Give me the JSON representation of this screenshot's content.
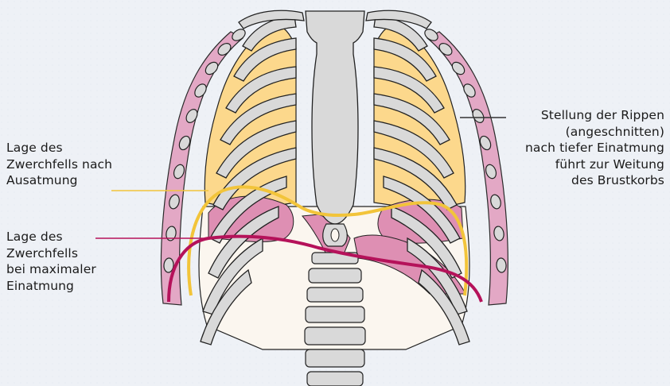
{
  "labels": {
    "exhale": {
      "lines": [
        "Lage des",
        "Zwerchfells nach",
        "Ausatmung"
      ],
      "line_color": "#f2c43a"
    },
    "inhale": {
      "lines": [
        "Lage des",
        "Zwerchfells",
        "bei maximaler",
        "Einatmung"
      ],
      "line_color": "#b5125a"
    },
    "ribs": {
      "lines": [
        "Stellung der Rippen",
        "(angeschnitten)",
        "nach tiefer Einatmung",
        "führt zur Weitung",
        "des Brustkorbs"
      ],
      "line_color": "#333333"
    }
  },
  "colors": {
    "bone": "#d9d9d9",
    "bone_outline": "#222222",
    "lung_yellow": "#fcd88c",
    "muscle_pink": "#e3a8c5",
    "diaphragm_pink": "#de8fb3",
    "background": "#eef1f6"
  }
}
